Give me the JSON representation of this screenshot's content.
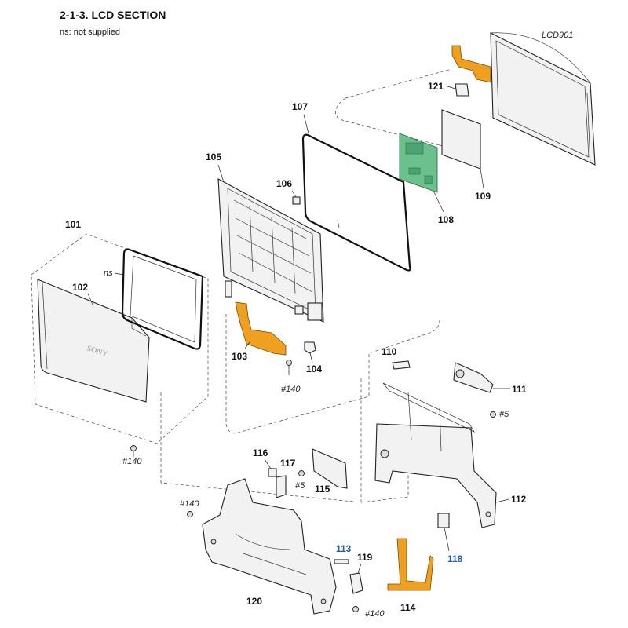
{
  "header": {
    "title": "2-1-3. LCD SECTION",
    "note": "ns: not supplied"
  },
  "callouts": {
    "lcd901": "LCD901",
    "p101": "101",
    "p102": "102",
    "p103": "103",
    "p104": "104",
    "p105": "105",
    "p106": "106",
    "p107": "107",
    "p108": "108",
    "p109": "109",
    "p110": "110",
    "p111": "111",
    "p112": "112",
    "p113": "113",
    "p114": "114",
    "p115": "115",
    "p116": "116",
    "p117": "117",
    "p118": "118",
    "p119": "119",
    "p120": "120",
    "p121": "121",
    "ns": "ns",
    "brand": "SONY",
    "screw140_a": "#140",
    "screw140_b": "#140",
    "screw140_c": "#140",
    "screw140_d": "#140",
    "screw5_a": "#5",
    "screw5_b": "#5"
  },
  "colors": {
    "flex": "#f0a020",
    "pcb": "#6cc08c",
    "highlight_label": "#1a5fb4"
  }
}
